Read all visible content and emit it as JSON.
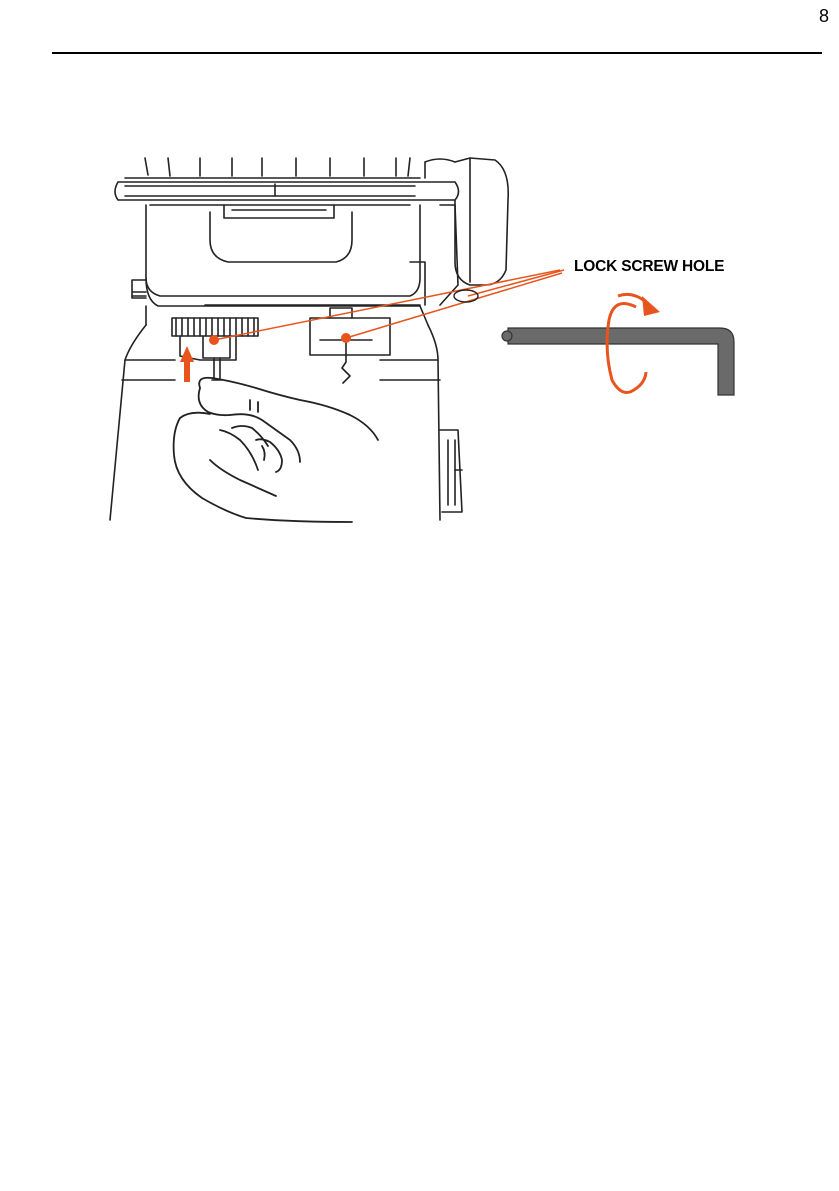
{
  "page": {
    "number": "8"
  },
  "figure": {
    "callout_label": "LOCK SCREW HOLE",
    "accent_color": "#e8541e",
    "icons": [
      "grinder-base-illustration",
      "hand-icon",
      "up-arrow-icon",
      "hex-key-icon",
      "rotate-arrow-icon"
    ]
  }
}
